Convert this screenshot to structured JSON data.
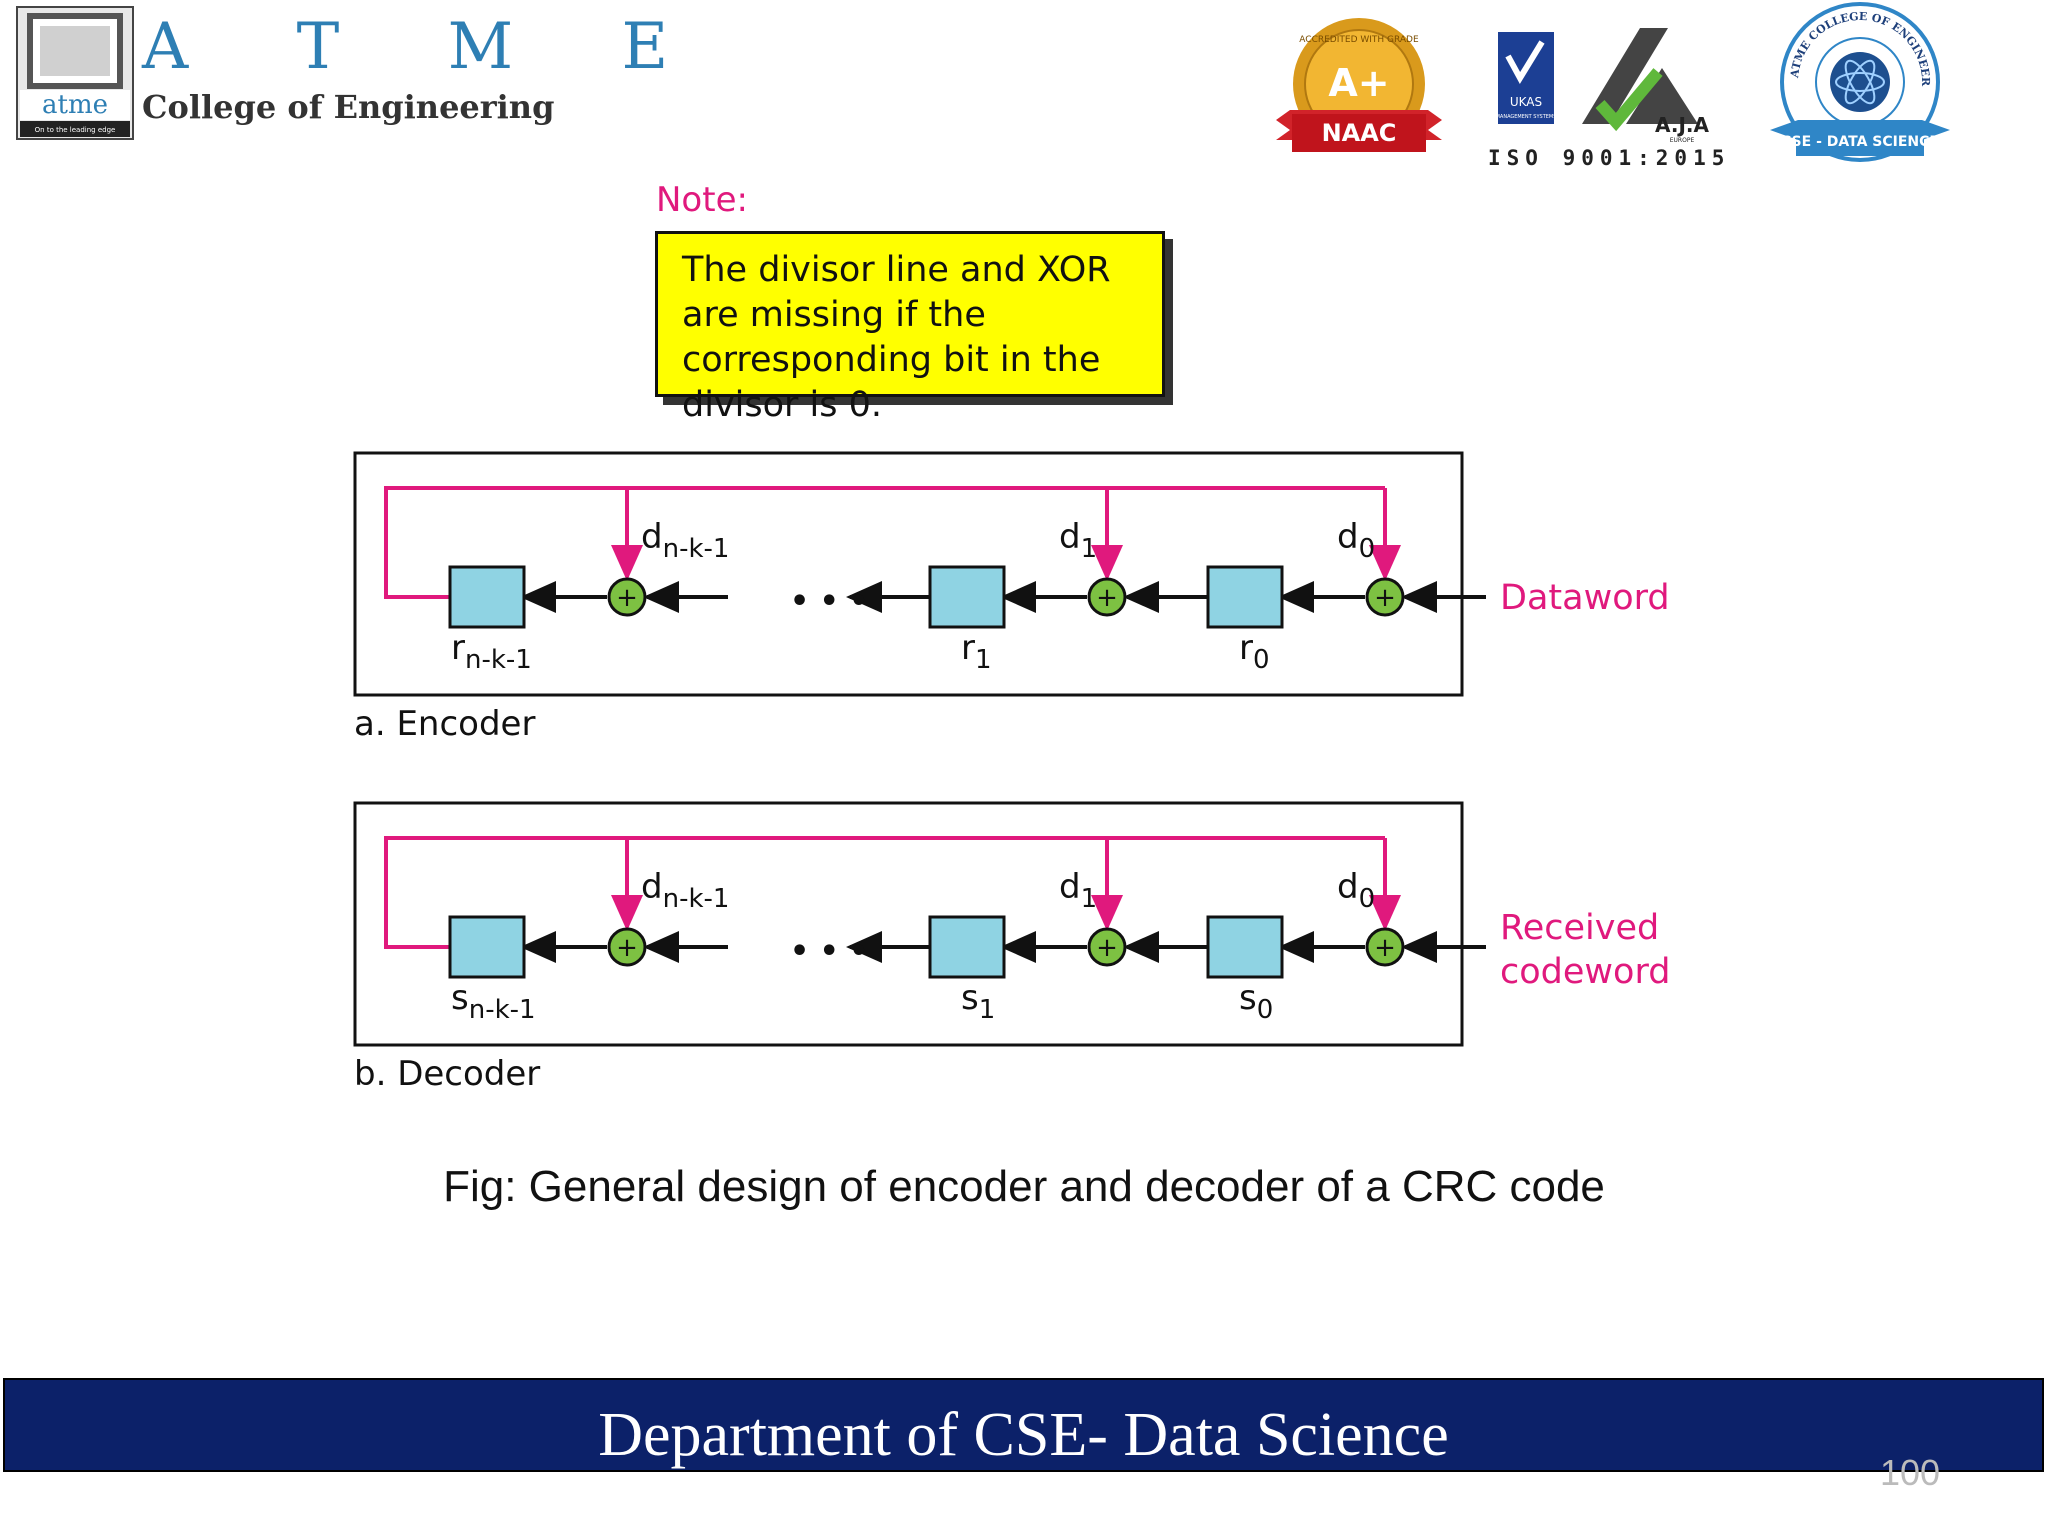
{
  "header": {
    "brand_letters": "A T M E",
    "brand_college": "College of Engineering",
    "atme_logo_text": "atme",
    "atme_logo_tagline": "On to the leading edge",
    "naac_grade": "A+",
    "naac_label": "NAAC",
    "naac_ring_text": "ACCREDITED WITH GRADE",
    "ukas_label": "UKAS",
    "ukas_sub": "MANAGEMENT SYSTEMS",
    "aja_label": "A.J.A",
    "aja_sub": "EUROPE",
    "iso_text": "ISO 9001:2015",
    "cse_ring_text": "ATME COLLEGE OF ENGINEERING",
    "cse_ribbon": "CSE - DATA SCIENCE"
  },
  "note": {
    "label": "Note:",
    "text": "The divisor line and XOR are missing if the corresponding bit in the divisor is 0."
  },
  "diagram": {
    "encoder": {
      "caption": "a. Encoder",
      "input_label": "Dataword",
      "registers": [
        {
          "base": "r",
          "sub": "n-k-1"
        },
        {
          "base": "r",
          "sub": "1"
        },
        {
          "base": "r",
          "sub": "0"
        }
      ],
      "divisor_bits": [
        {
          "base": "d",
          "sub": "n-k-1"
        },
        {
          "base": "d",
          "sub": "1"
        },
        {
          "base": "d",
          "sub": "0"
        }
      ],
      "ellipsis": "• • •"
    },
    "decoder": {
      "caption": "b. Decoder",
      "input_label_line1": "Received",
      "input_label_line2": "codeword",
      "registers": [
        {
          "base": "s",
          "sub": "n-k-1"
        },
        {
          "base": "s",
          "sub": "1"
        },
        {
          "base": "s",
          "sub": "0"
        }
      ],
      "divisor_bits": [
        {
          "base": "d",
          "sub": "n-k-1"
        },
        {
          "base": "d",
          "sub": "1"
        },
        {
          "base": "d",
          "sub": "0"
        }
      ],
      "ellipsis": "• • •"
    },
    "xor_symbol": "+",
    "colors": {
      "feedback": "#e0197d",
      "register_fill": "#8fd3e3",
      "xor_fill": "#7dc142",
      "label_accent": "#e0197d"
    }
  },
  "figure_caption": "Fig: General design of encoder and decoder of a CRC code",
  "footer": {
    "department": "Department of CSE- Data Science",
    "page_number": "100"
  }
}
